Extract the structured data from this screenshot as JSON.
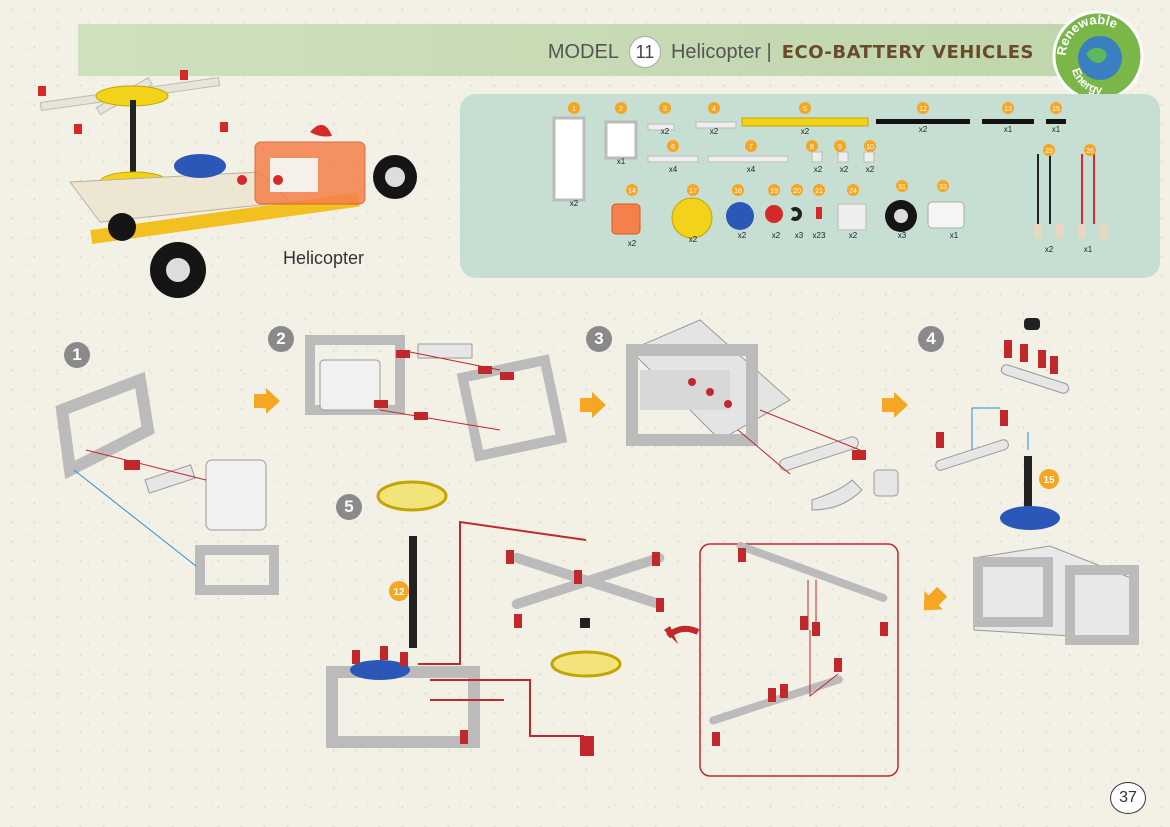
{
  "header": {
    "model_label": "MODEL",
    "model_number": "11",
    "model_name": "Helicopter |",
    "series": "ECO-BATTERY VEHICLES",
    "badge_text_1": "Renewable",
    "badge_text_2": "Energy"
  },
  "hero": {
    "label": "Helicopter"
  },
  "parts": {
    "items": [
      {
        "num": "1",
        "qty": "x2"
      },
      {
        "num": "2",
        "qty": "x1"
      },
      {
        "num": "3",
        "qty": "x2"
      },
      {
        "num": "4",
        "qty": "x2"
      },
      {
        "num": "5",
        "qty": "x2"
      },
      {
        "num": "12",
        "qty": "x2"
      },
      {
        "num": "13",
        "qty": "x1"
      },
      {
        "num": "15",
        "qty": "x1"
      },
      {
        "num": "6",
        "qty": "x4"
      },
      {
        "num": "7",
        "qty": "x4"
      },
      {
        "num": "8",
        "qty": "x2"
      },
      {
        "num": "9",
        "qty": "x2"
      },
      {
        "num": "10",
        "qty": "x2"
      },
      {
        "num": "14",
        "qty": "x2"
      },
      {
        "num": "17",
        "qty": "x2"
      },
      {
        "num": "18",
        "qty": "x2"
      },
      {
        "num": "19",
        "qty": "x2"
      },
      {
        "num": "20",
        "qty": "x3"
      },
      {
        "num": "21",
        "qty": "x23"
      },
      {
        "num": "24",
        "qty": "x2"
      },
      {
        "num": "31",
        "qty": "x3"
      },
      {
        "num": "33",
        "qty": "x1"
      },
      {
        "num": "25",
        "qty": "x2"
      },
      {
        "num": "26",
        "qty": "x1"
      }
    ]
  },
  "steps": [
    "1",
    "2",
    "3",
    "4",
    "5"
  ],
  "callouts": {
    "rod_12": "12",
    "rod_15": "15"
  },
  "page_number": "37",
  "colors": {
    "accent": "#f5a623",
    "header": "#c8dcb6",
    "panel": "#c7dfd2",
    "red_link": "#c0282c",
    "blue_link": "#2a8fd0"
  }
}
